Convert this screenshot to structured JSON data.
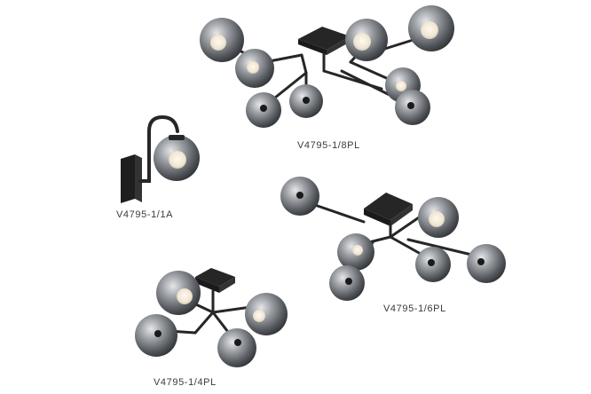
{
  "products": [
    {
      "id": "8pl",
      "model": "V4795-1/8PL"
    },
    {
      "id": "1a",
      "model": "V4795-1/1A"
    },
    {
      "id": "6pl",
      "model": "V4795-1/6PL"
    },
    {
      "id": "4pl",
      "model": "V4795-1/4PL"
    }
  ],
  "colors": {
    "frame": "#262626",
    "glass_dark": "#3f4246",
    "glass_mid": "#8c9095",
    "glass_light": "#d9dbde",
    "bulb": "#f3eadb"
  }
}
